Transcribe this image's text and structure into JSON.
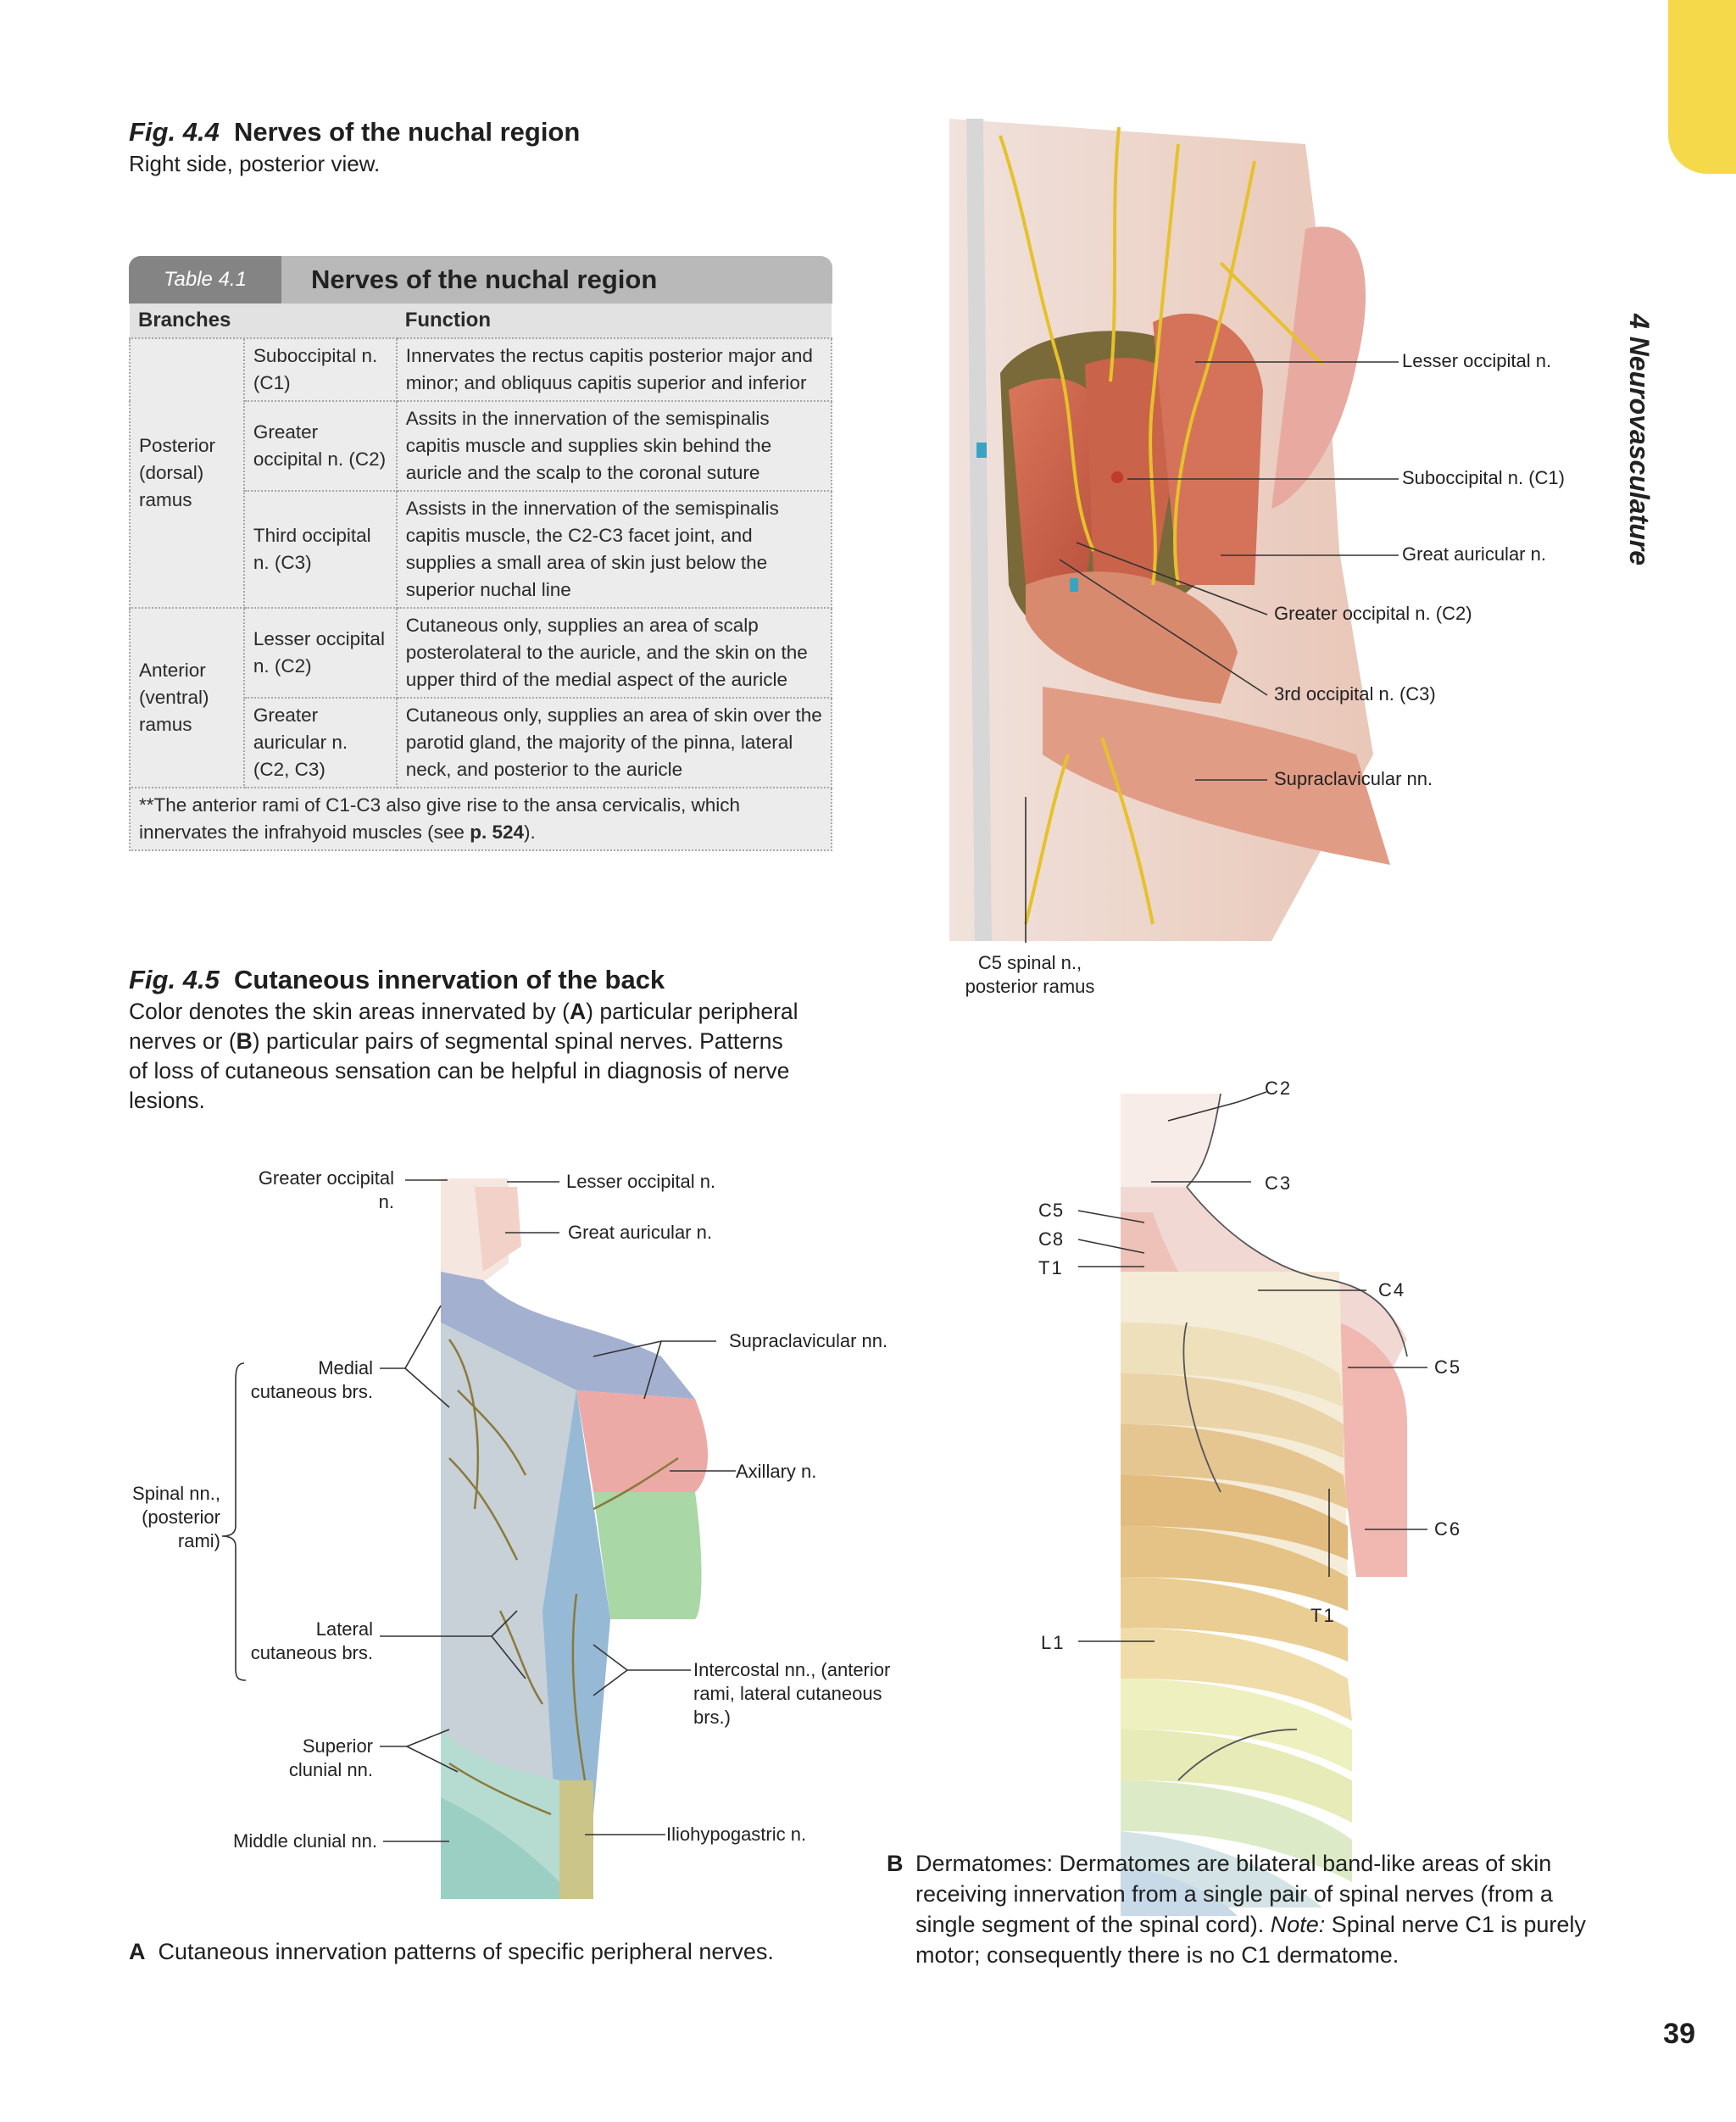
{
  "side_tab": {
    "title": "4 Neurovasculature",
    "page_number": "39"
  },
  "fig44": {
    "num": "Fig. 4.4",
    "title": "Nerves of the nuchal region",
    "subtitle": "Right side, posterior view.",
    "labels": {
      "lesser_occipital": "Lesser occipital  n.",
      "suboccipital": "Suboccipital n. (C1)",
      "great_auricular": "Great auricular n.",
      "greater_occipital": "Greater occipital n. (C2)",
      "third_occipital": "3rd occipital n. (C3)",
      "supraclavicular": "Supraclavicular nn.",
      "c5_spinal": "C5 spinal n., posterior ramus"
    }
  },
  "table41": {
    "tag": "Table 4.1",
    "title": "Nerves of the nuchal region",
    "col_branches": "Branches",
    "col_function": "Function",
    "groups": [
      {
        "name": "Posterior (dorsal) ramus",
        "rows": [
          {
            "branch": "Suboccipital n. (C1)",
            "function": "Innervates the rectus capitis posterior major and minor; and obliquus capitis superior and inferior"
          },
          {
            "branch": "Greater occipital n. (C2)",
            "function": "Assits in the innervation of the semispinalis capitis muscle and supplies skin behind the auricle and the scalp to the coronal suture"
          },
          {
            "branch": "Third occipital n. (C3)",
            "function": "Assists in the innervation of the semispinalis capitis muscle, the C2-C3 facet joint, and supplies a small area of skin just below the superior nuchal line"
          }
        ]
      },
      {
        "name": "Anterior (ventral) ramus",
        "rows": [
          {
            "branch": "Lesser occipital n. (C2)",
            "function": "Cutaneous only, supplies an area of scalp posterolateral to the auricle, and the skin on the upper third of the medial aspect of the auricle"
          },
          {
            "branch": "Greater auricular n. (C2, C3)",
            "function": "Cutaneous only, supplies an area of skin over the parotid gland, the majority of the pinna, lateral neck, and posterior to the auricle"
          }
        ]
      }
    ],
    "footnote_text": "**The anterior rami of C1-C3 also give rise to the ansa cervicalis, which innervates the infrahyoid muscles (see ",
    "footnote_ref": "p. 524",
    "footnote_end": ")."
  },
  "fig45": {
    "num": "Fig. 4.5",
    "title": "Cutaneous innervation of the back",
    "subtitle_parts": [
      "Color denotes the skin areas innervated by (",
      "A",
      ") particular peripheral nerves or (",
      "B",
      ") particular pairs of segmental spinal nerves. Patterns of loss of cutaneous sensation can be helpful in diagnosis of nerve lesions."
    ],
    "panel_a": {
      "labels": {
        "greater_occipital": "Greater occipital n.",
        "lesser_occipital": "Lesser occipital n.",
        "great_auricular": "Great auricular n.",
        "supraclavicular": "Supraclavicular nn.",
        "medial_cutaneous": "Medial cutaneous brs.",
        "axillary": "Axillary n.",
        "spinal_nn": "Spinal nn., (posterior rami)",
        "lateral_cutaneous": "Lateral cutaneous brs.",
        "intercostal": "Intercostal nn., (anterior rami, lateral cutaneous brs.)",
        "superior_clunial": "Superior clunial nn.",
        "iliohypogastric": "Iliohypogastric n.",
        "middle_clunial": "Middle clunial nn."
      },
      "caption_letter": "A",
      "caption": "Cutaneous innervation patterns of specific peripheral nerves."
    },
    "panel_b": {
      "labels": {
        "c2": "C2",
        "c3": "C3",
        "c5_left": "C5",
        "c8": "C8",
        "t1_left": "T1",
        "c4": "C4",
        "c5_right": "C5",
        "c6": "C6",
        "t1_right": "T1",
        "l1": "L1"
      },
      "caption_letter": "B",
      "caption_parts": [
        "Dermatomes: Dermatomes are bilateral band-like areas of skin receiving innervation from a single pair of spinal nerves (from a single segment of the spinal cord). ",
        "Note:",
        " Spinal nerve C1 is purely motor; consequently there is no C1 dermatome."
      ]
    }
  },
  "colors": {
    "tab_yellow": "#f5d94b",
    "table_header": "#848484",
    "table_bar": "#b9b9b9",
    "table_cell": "#ececec",
    "nerve": "#e6c12a"
  }
}
